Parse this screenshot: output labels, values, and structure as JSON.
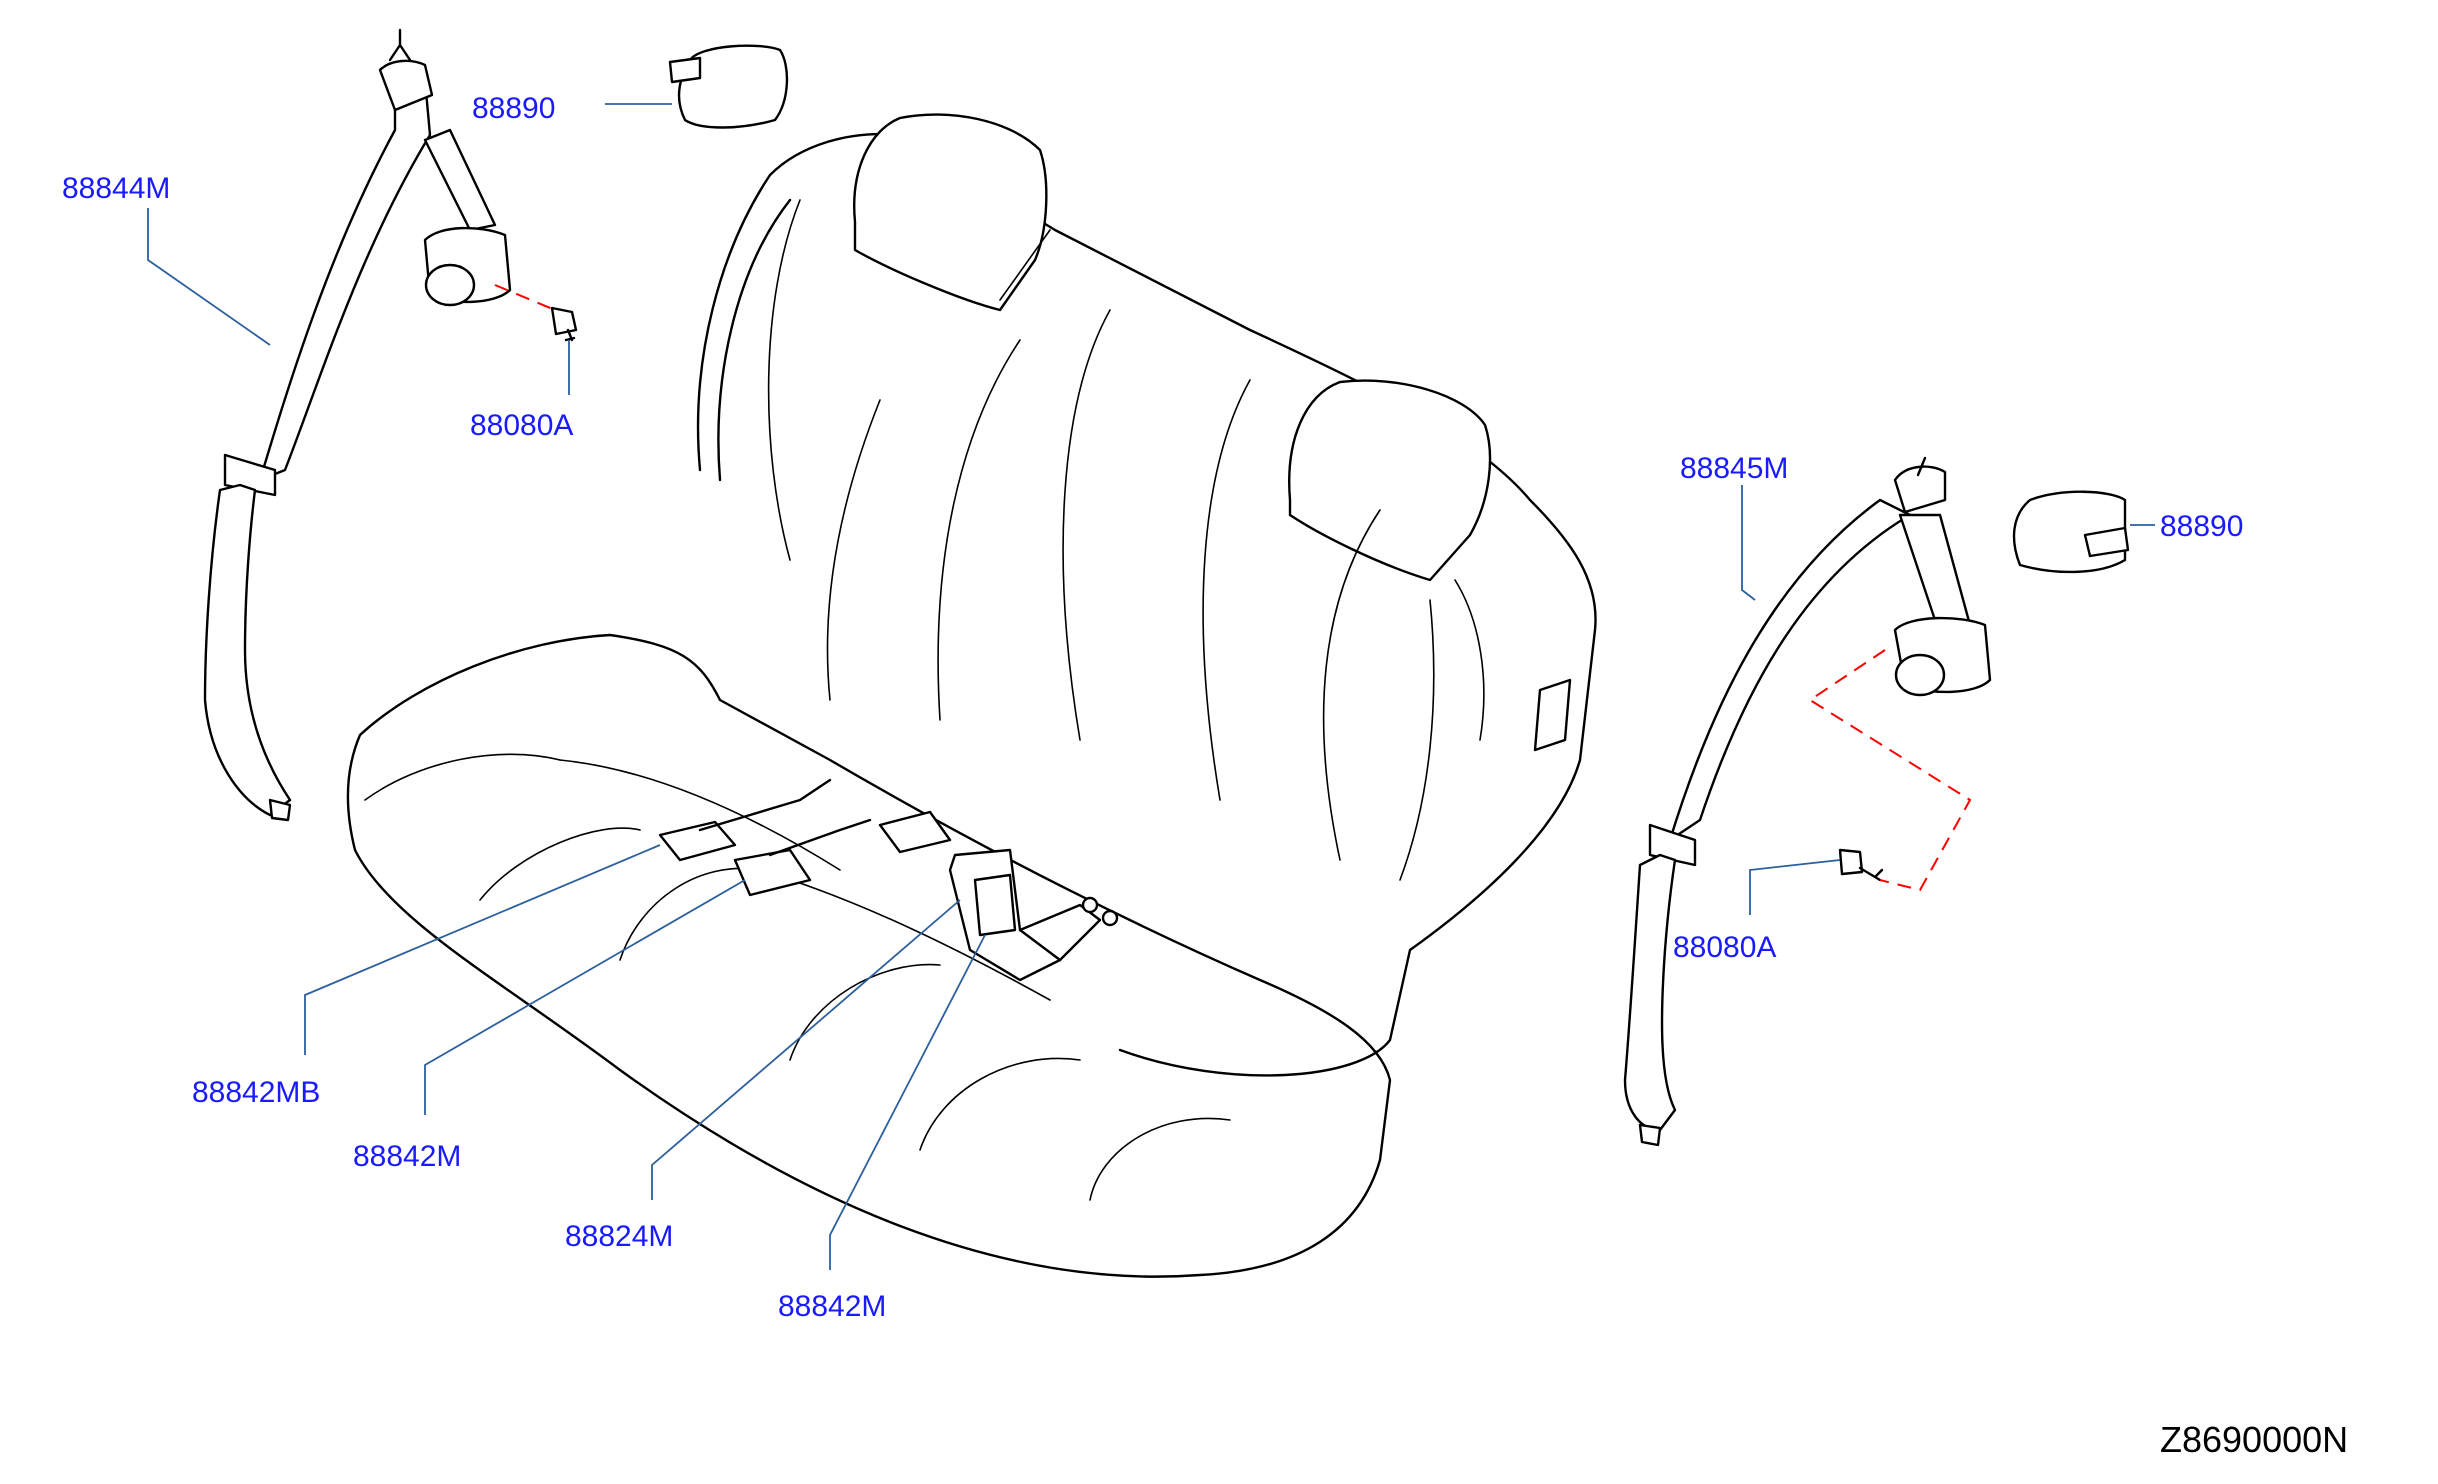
{
  "diagram_code": "Z8690000N",
  "colors": {
    "label": "#1a1aff",
    "leader": "#2b5f9e",
    "hidden_line": "#ff0000",
    "outline": "#000000"
  },
  "labels": {
    "l_88890_top": "88890",
    "l_88844M": "88844M",
    "l_88080A_left": "88080A",
    "l_88845M": "88845M",
    "l_88890_right": "88890",
    "l_88080A_right": "88080A",
    "l_88842MB": "88842MB",
    "l_88842M_a": "88842M",
    "l_88824M": "88824M",
    "l_88842M_b": "88842M"
  }
}
